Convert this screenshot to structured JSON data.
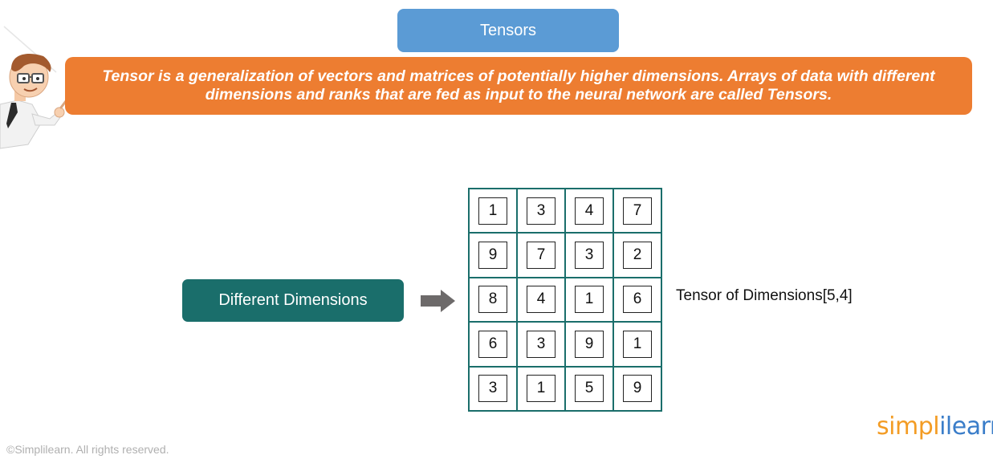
{
  "header": {
    "title": "Tensors",
    "definition": "Tensor is a generalization of vectors and matrices of potentially higher dimensions. Arrays of data with different dimensions and ranks that are fed as input to the neural network are called Tensors."
  },
  "diagram": {
    "source_label": "Different Dimensions",
    "matrix": [
      [
        "1",
        "3",
        "4",
        "7"
      ],
      [
        "9",
        "7",
        "3",
        "2"
      ],
      [
        "8",
        "4",
        "1",
        "6"
      ],
      [
        "6",
        "3",
        "9",
        "1"
      ],
      [
        "3",
        "1",
        "5",
        "9"
      ]
    ],
    "tensor_label": "Tensor of Dimensions[5,4]"
  },
  "footer": {
    "copyright": "©Simplilearn. All rights reserved.",
    "logo_text": "simplilearn",
    "logo_part_a": "simpl",
    "logo_part_b": "ilearn"
  },
  "colors": {
    "title_blue": "#5b9bd5",
    "banner_orange": "#ed7d31",
    "teal": "#1a6e6b",
    "arrow_gray": "#6d6a6a",
    "logo_orange": "#f39c24",
    "logo_blue": "#3a7dc9"
  },
  "icons": {
    "presenter": "cartoon-presenter-icon",
    "arrow": "right-arrow-icon"
  }
}
